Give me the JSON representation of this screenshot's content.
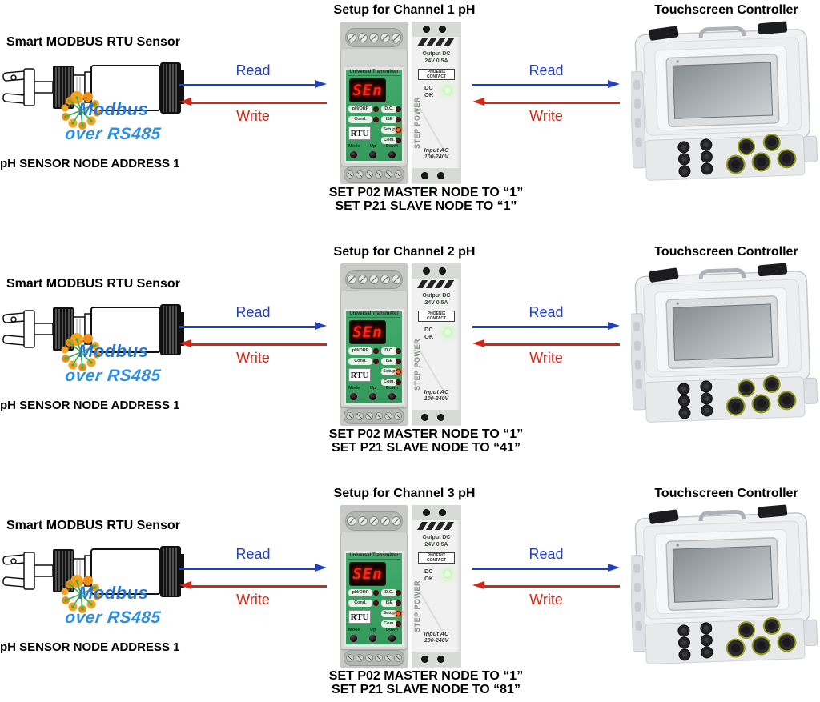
{
  "colors": {
    "read_arrow_blue": "#1f3fc4",
    "write_arrow_red": "#d02717",
    "modbus_text_blue": "#2878d0",
    "rs485_text_blue": "#2e8fe0",
    "transmitter_panel_green": "#3aa065",
    "display_digits_red": "#ff2818",
    "setup_led_orange": "#ff5a28",
    "dc_ok_led_green": "#dcffd0"
  },
  "rows": [
    {
      "setup_title": "Setup for Channel 1 pH",
      "touchscreen_title": "Touchscreen Controller",
      "sensor_title": "Smart MODBUS RTU Sensor",
      "modbus_label": "Modbus",
      "rs485_label": "over RS485",
      "node_address_label": "pH SENSOR NODE ADDRESS 1",
      "read_label": "Read",
      "write_label": "Write",
      "transmitter": {
        "panel_title": "Universal Transmitter",
        "display_value": "SEn",
        "ind_phorp": "pH/ORP",
        "ind_cond": "Cond.",
        "rtu": "RTU",
        "ind_do": "D.O.",
        "ind_ise": "ISE",
        "ind_setup": "Setup",
        "ind_com": "Com.",
        "btn_mode": "Mode",
        "btn_up": "Up",
        "btn_down": "Down",
        "psu_output_line1": "Output DC",
        "psu_output_line2": "24V  0.5A",
        "psu_brand": "PHOENIX CONTACT",
        "psu_dc_ok": "DC OK",
        "psu_step_power": "STEP POWER",
        "psu_input_line1": "Input AC",
        "psu_input_line2": "100-240V"
      },
      "set_line1": "SET P02 MASTER NODE TO “1”",
      "set_line2": "SET P21 SLAVE NODE TO “1”"
    },
    {
      "setup_title": "Setup for Channel 2 pH",
      "touchscreen_title": "Touchscreen Controller",
      "sensor_title": "Smart MODBUS RTU Sensor",
      "modbus_label": "Modbus",
      "rs485_label": "over RS485",
      "node_address_label": "pH SENSOR NODE ADDRESS 1",
      "read_label": "Read",
      "write_label": "Write",
      "transmitter": {
        "panel_title": "Universal Transmitter",
        "display_value": "SEn",
        "ind_phorp": "pH/ORP",
        "ind_cond": "Cond.",
        "rtu": "RTU",
        "ind_do": "D.O.",
        "ind_ise": "ISE",
        "ind_setup": "Setup",
        "ind_com": "Com.",
        "btn_mode": "Mode",
        "btn_up": "Up",
        "btn_down": "Down",
        "psu_output_line1": "Output DC",
        "psu_output_line2": "24V  0.5A",
        "psu_brand": "PHOENIX CONTACT",
        "psu_dc_ok": "DC OK",
        "psu_step_power": "STEP POWER",
        "psu_input_line1": "Input AC",
        "psu_input_line2": "100-240V"
      },
      "set_line1": "SET P02 MASTER NODE TO “1”",
      "set_line2": "SET P21 SLAVE NODE TO “41”"
    },
    {
      "setup_title": "Setup for Channel 3 pH",
      "touchscreen_title": "Touchscreen Controller",
      "sensor_title": "Smart MODBUS RTU Sensor",
      "modbus_label": "Modbus",
      "rs485_label": "over RS485",
      "node_address_label": "pH SENSOR NODE ADDRESS 1",
      "read_label": "Read",
      "write_label": "Write",
      "transmitter": {
        "panel_title": "Universal Transmitter",
        "display_value": "SEn",
        "ind_phorp": "pH/ORP",
        "ind_cond": "Cond.",
        "rtu": "RTU",
        "ind_do": "D.O.",
        "ind_ise": "ISE",
        "ind_setup": "Setup",
        "ind_com": "Com.",
        "btn_mode": "Mode",
        "btn_up": "Up",
        "btn_down": "Down",
        "psu_output_line1": "Output DC",
        "psu_output_line2": "24V  0.5A",
        "psu_brand": "PHOENIX CONTACT",
        "psu_dc_ok": "DC OK",
        "psu_step_power": "STEP POWER",
        "psu_input_line1": "Input AC",
        "psu_input_line2": "100-240V"
      },
      "set_line1": "SET P02 MASTER NODE TO “1”",
      "set_line2": "SET P21 SLAVE NODE TO “81”"
    }
  ]
}
